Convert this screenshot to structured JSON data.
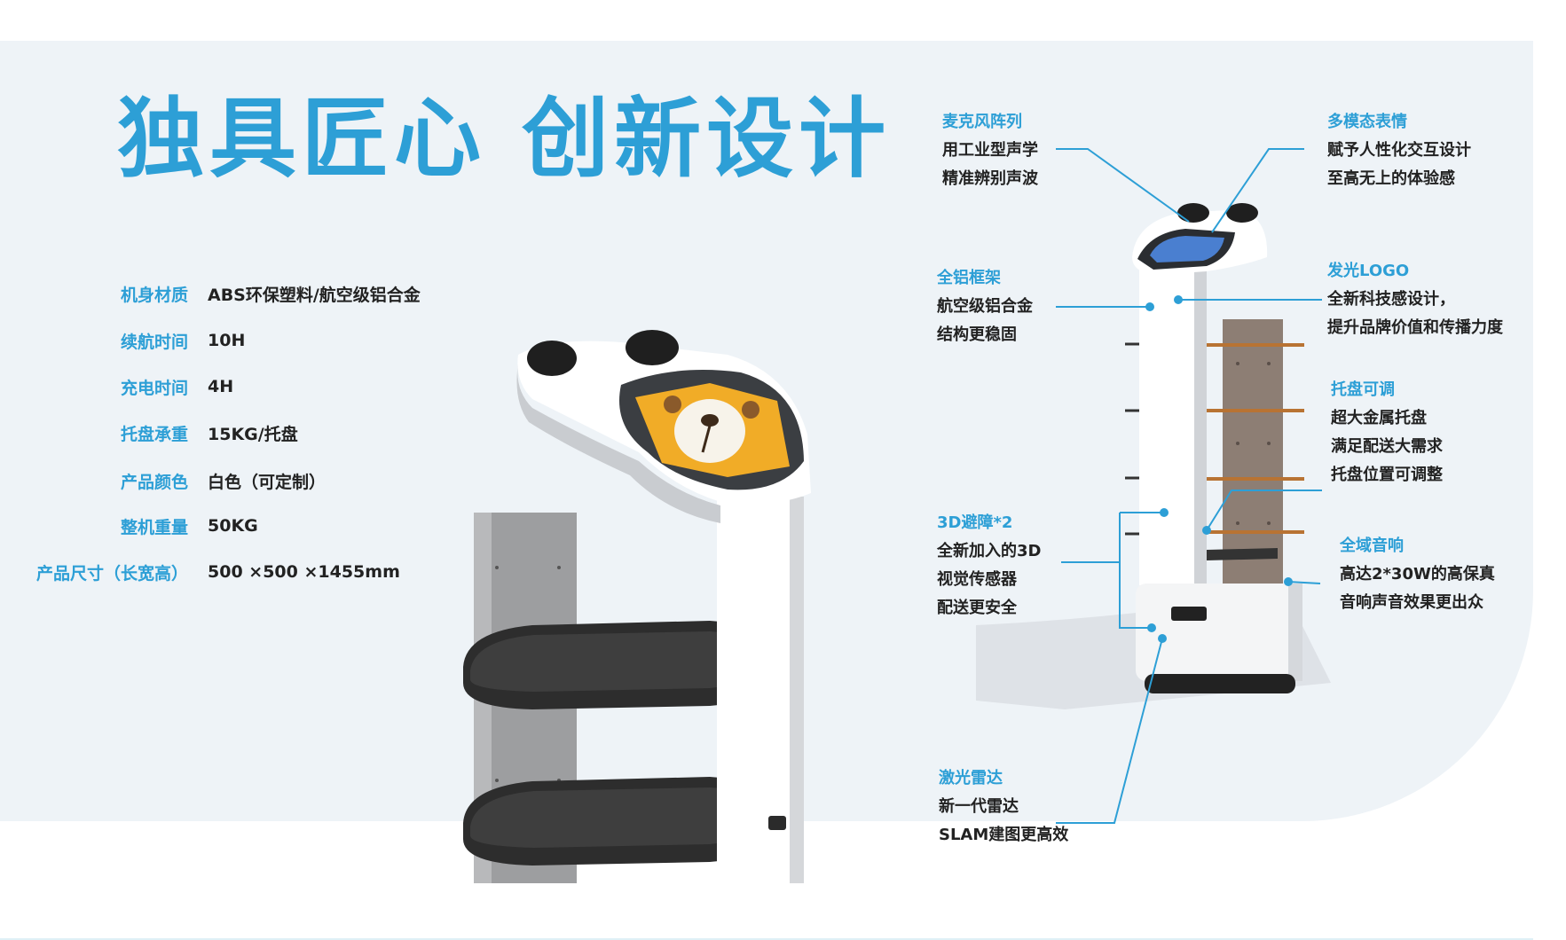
{
  "headline": "独具匠心 创新设计",
  "specs": [
    {
      "label": "机身材质",
      "value": "ABS环保塑料/航空级铝合金"
    },
    {
      "label": "续航时间",
      "value": "10H"
    },
    {
      "label": "充电时间",
      "value": "4H"
    },
    {
      "label": "托盘承重",
      "value": "15KG/托盘"
    },
    {
      "label": "产品颜色",
      "value": "白色（可定制）"
    },
    {
      "label": "整机重量",
      "value": "50KG"
    },
    {
      "label": "产品尺寸（长宽高）",
      "value": "500 ×500 ×1455mm"
    }
  ],
  "callouts": {
    "mic": {
      "title": "麦克风阵列",
      "line1": "用工业型声学",
      "line2": "精准辨别声波"
    },
    "expression": {
      "title": "多模态表情",
      "line1": "赋予人性化交互设计",
      "line2": "至高无上的体验感"
    },
    "frame": {
      "title": "全铝框架",
      "line1": "航空级铝合金",
      "line2": "结构更稳固"
    },
    "logo": {
      "title": "发光LOGO",
      "line1": "全新科技感设计，",
      "line2": "提升品牌价值和传播力度"
    },
    "tray": {
      "title": "托盘可调",
      "line1": "超大金属托盘",
      "line2": "满足配送大需求",
      "line3": "托盘位置可调整"
    },
    "obstacle": {
      "title": "3D避障*2",
      "line1": "全新加入的3D",
      "line2": "视觉传感器",
      "line3": "配送更安全"
    },
    "audio": {
      "title": "全域音响",
      "line1": "高达2*30W的高保真",
      "line2": "音响声音效果更出众"
    },
    "lidar": {
      "title": "激光雷达",
      "line1": "新一代雷达",
      "line2": "SLAM建图更高效"
    }
  },
  "colors": {
    "accent": "#2d9fd6",
    "panel": "#eef3f7",
    "tray": "#3a3a3a",
    "copper": "#b87333"
  }
}
